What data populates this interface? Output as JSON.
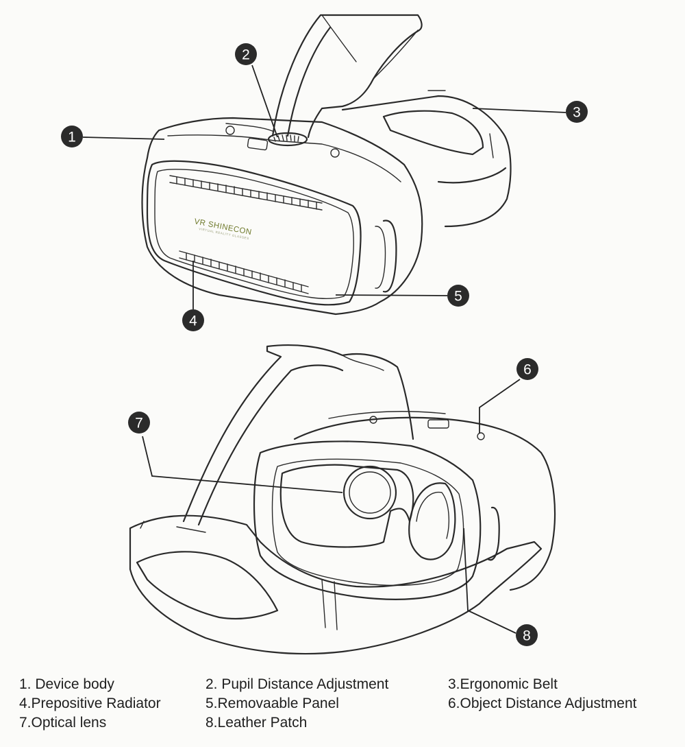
{
  "brand": {
    "logo_text": "VR SHINECON",
    "logo_subtext": "VIRTUAL REALITY GLASSES"
  },
  "callouts": {
    "c1": "1",
    "c2": "2",
    "c3": "3",
    "c4": "4",
    "c5": "5",
    "c6": "6",
    "c7": "7",
    "c8": "8"
  },
  "legend": {
    "item1": "1. Device body",
    "item2": "2. Pupil Distance Adjustment",
    "item3": "3.Ergonomic Belt",
    "item4": "4.Prepositive Radiator",
    "item5": "5.Removaable Panel",
    "item6": "6.Object Distance Adjustment",
    "item7": "7.Optical lens",
    "item8": "8.Leather Patch"
  },
  "colors": {
    "line": "#2a2a2a",
    "badge": "#2b2b2b",
    "brand": "#6f7a2c",
    "background": "#fbfbf9"
  }
}
